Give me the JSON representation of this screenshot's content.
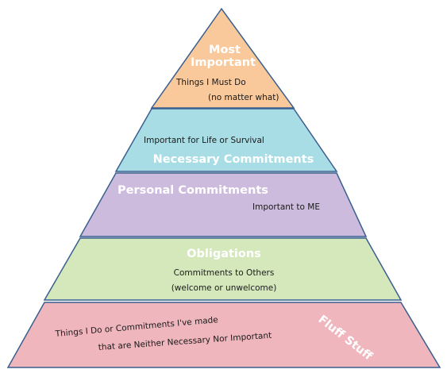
{
  "colors": {
    "outline": "#3a5f8f",
    "tier_top": "#f9c99b",
    "tier_necessary": "#a9dde6",
    "tier_personal": "#ccbbdd",
    "tier_obligations": "#d4e8bc",
    "tier_fluff": "#efb6bd",
    "heading_text": "#ffffff",
    "body_text": "#1a1a1a"
  },
  "tiers": [
    {
      "id": "most-important",
      "heading": "Most",
      "heading2": "Important",
      "line1": "Things I Must Do",
      "line2": "(no matter what)"
    },
    {
      "id": "necessary",
      "heading": "Necessary Commitments",
      "line1": "Important for Life or Survival"
    },
    {
      "id": "personal",
      "heading": "Personal Commitments",
      "line1": "Important to ME"
    },
    {
      "id": "obligations",
      "heading": "Obligations",
      "line1": "Commitments to Others",
      "line2": "(welcome or unwelcome)"
    },
    {
      "id": "fluff",
      "heading": "Fluff Stuff",
      "line1": "Things I Do or Commitments I've made",
      "line2": "that are Neither Necessary Nor Important"
    }
  ]
}
